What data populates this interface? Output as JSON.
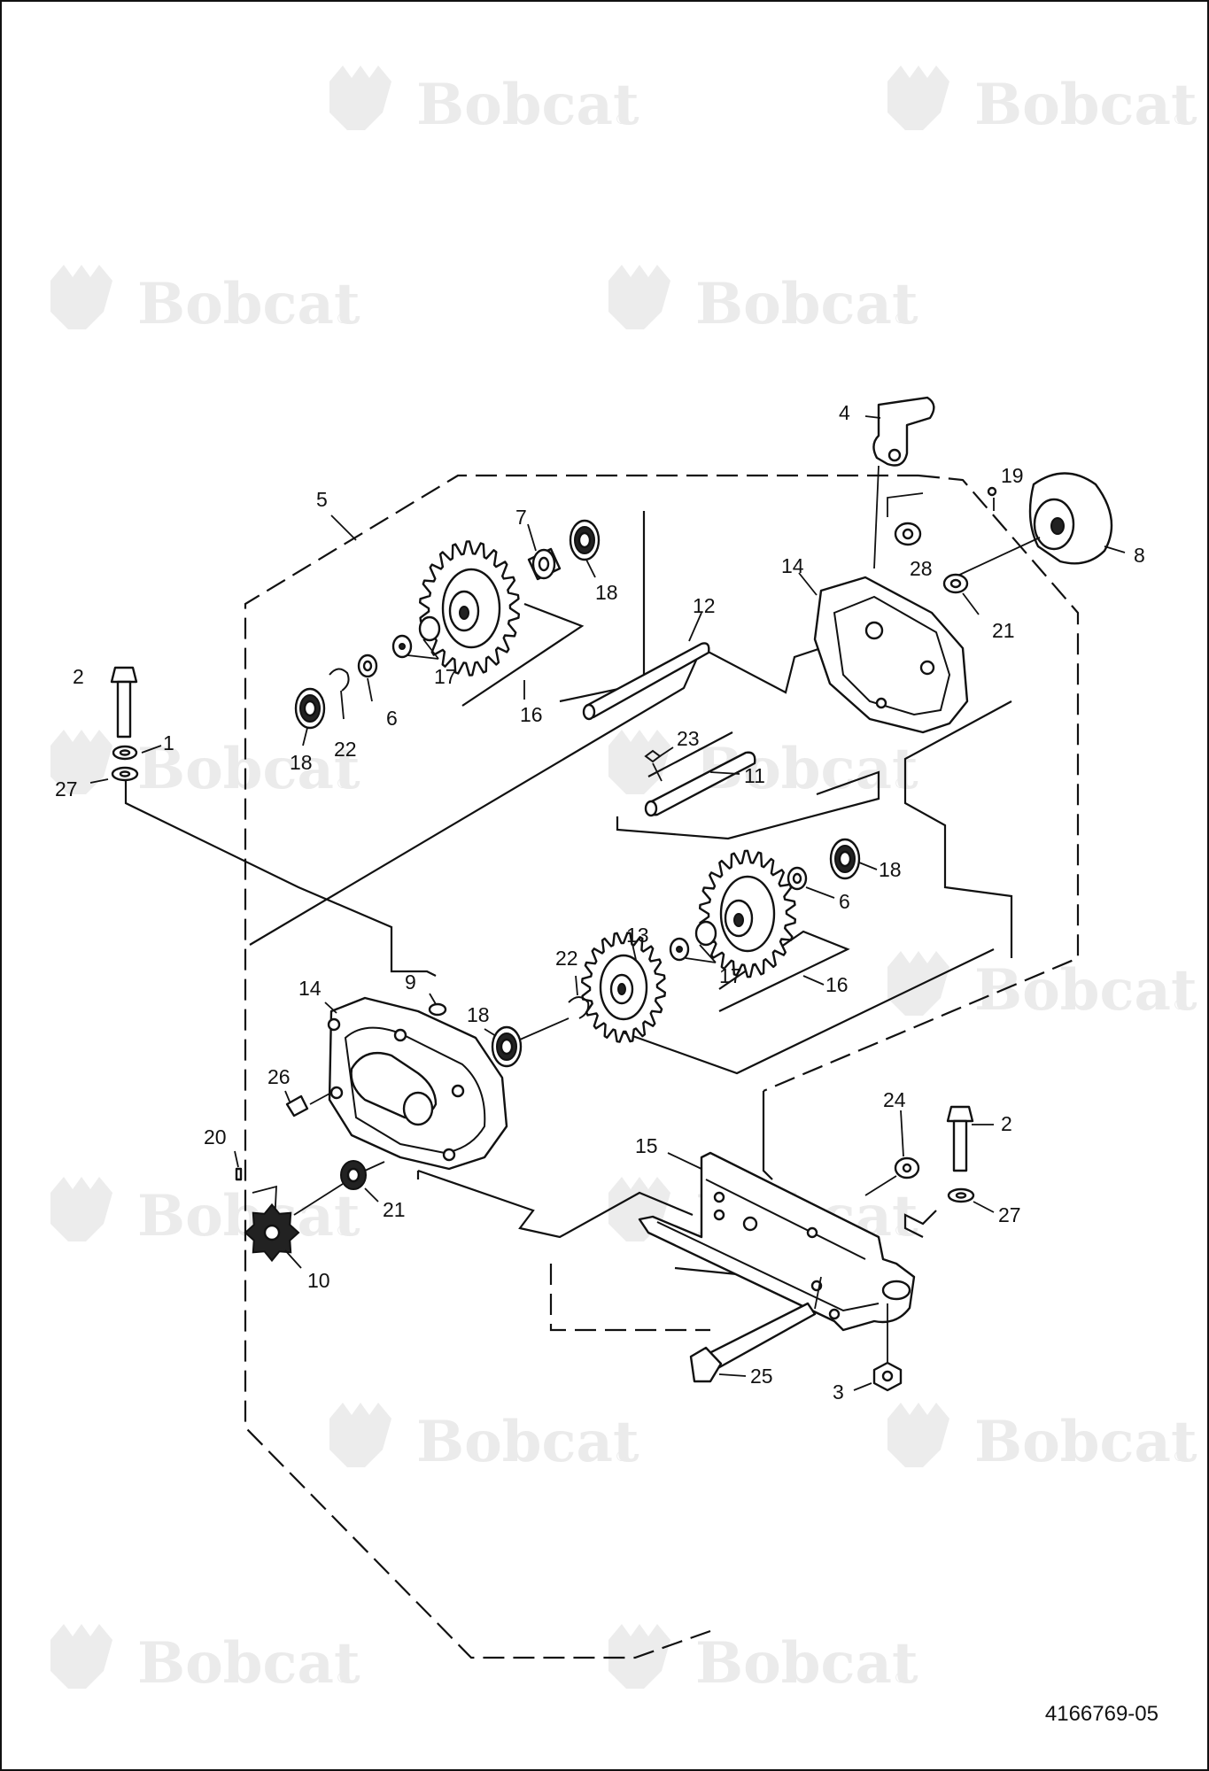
{
  "brand": {
    "watermark_text": "Bobcat",
    "registered_mark": "®"
  },
  "document": {
    "number": "4166769-05"
  },
  "labels": [
    {
      "id": "label-4",
      "text": "4"
    },
    {
      "id": "label-19",
      "text": "19"
    },
    {
      "id": "label-5",
      "text": "5"
    },
    {
      "id": "label-7",
      "text": "7"
    },
    {
      "id": "label-8",
      "text": "8"
    },
    {
      "id": "label-14-upper",
      "text": "14"
    },
    {
      "id": "label-28",
      "text": "28"
    },
    {
      "id": "label-18-top",
      "text": "18"
    },
    {
      "id": "label-21-upper",
      "text": "21"
    },
    {
      "id": "label-12",
      "text": "12"
    },
    {
      "id": "label-17-upper",
      "text": "17"
    },
    {
      "id": "label-2-left",
      "text": "2"
    },
    {
      "id": "label-1",
      "text": "1"
    },
    {
      "id": "label-16-upper",
      "text": "16"
    },
    {
      "id": "label-6-upper",
      "text": "6"
    },
    {
      "id": "label-22-upper",
      "text": "22"
    },
    {
      "id": "label-18-left",
      "text": "18"
    },
    {
      "id": "label-27-left",
      "text": "27"
    },
    {
      "id": "label-23",
      "text": "23"
    },
    {
      "id": "label-11",
      "text": "11"
    },
    {
      "id": "label-18-right",
      "text": "18"
    },
    {
      "id": "label-6-lower",
      "text": "6"
    },
    {
      "id": "label-13",
      "text": "13"
    },
    {
      "id": "label-22-lower",
      "text": "22"
    },
    {
      "id": "label-17-lower",
      "text": "17"
    },
    {
      "id": "label-16-lower",
      "text": "16"
    },
    {
      "id": "label-9",
      "text": "9"
    },
    {
      "id": "label-14-lower",
      "text": "14"
    },
    {
      "id": "label-18-lower",
      "text": "18"
    },
    {
      "id": "label-26",
      "text": "26"
    },
    {
      "id": "label-20",
      "text": "20"
    },
    {
      "id": "label-21-lower",
      "text": "21"
    },
    {
      "id": "label-10",
      "text": "10"
    },
    {
      "id": "label-15",
      "text": "15"
    },
    {
      "id": "label-24",
      "text": "24"
    },
    {
      "id": "label-2-right",
      "text": "2"
    },
    {
      "id": "label-27-right",
      "text": "27"
    },
    {
      "id": "label-25",
      "text": "25"
    },
    {
      "id": "label-3",
      "text": "3"
    }
  ]
}
